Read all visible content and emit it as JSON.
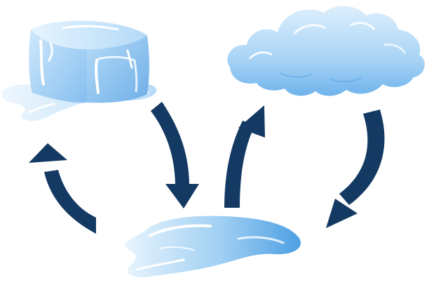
{
  "diagram": {
    "type": "water-cycle-states",
    "nodes": [
      {
        "id": "ice",
        "icon": "ice-cube-icon",
        "state": "solid"
      },
      {
        "id": "water",
        "icon": "water-puddle-icon",
        "state": "liquid"
      },
      {
        "id": "cloud",
        "icon": "cloud-icon",
        "state": "gas"
      }
    ],
    "transitions": [
      {
        "from": "ice",
        "to": "water",
        "arrow": "arrow-ice-to-water"
      },
      {
        "from": "water",
        "to": "ice",
        "arrow": "arrow-water-to-ice"
      },
      {
        "from": "water",
        "to": "cloud",
        "arrow": "arrow-water-to-cloud"
      },
      {
        "from": "cloud",
        "to": "water",
        "arrow": "arrow-cloud-to-water"
      }
    ],
    "colors": {
      "arrow": "#143a63",
      "ice": "#a9d4f5",
      "water": "#6fb6ec",
      "cloud": "#9fd0f4",
      "highlight": "#ffffff",
      "background": "#ffffff"
    }
  }
}
